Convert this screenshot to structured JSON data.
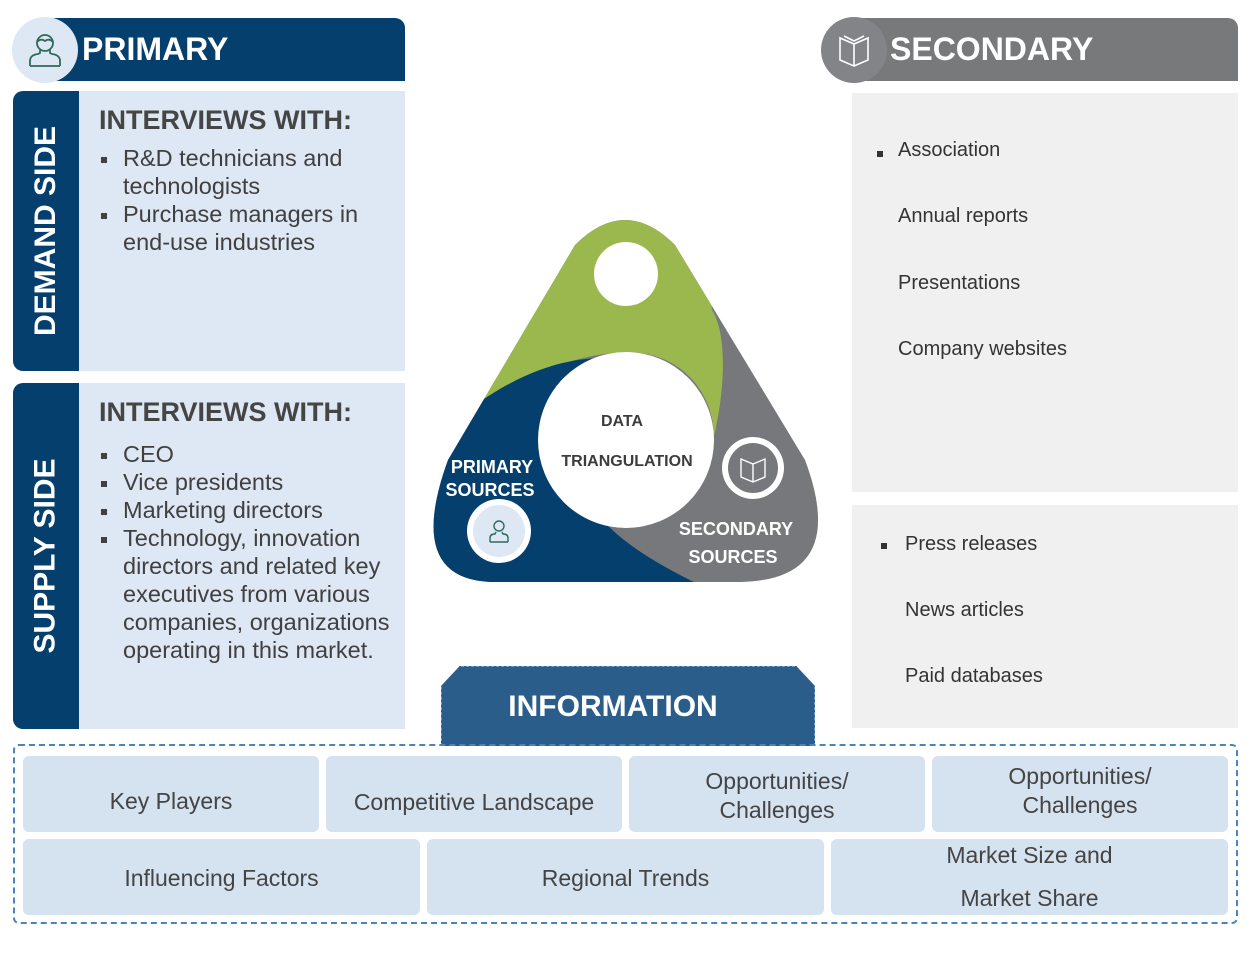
{
  "primary": {
    "title": "PRIMARY",
    "icon": "person-icon",
    "demand": {
      "side_label": "DEMAND SIDE",
      "heading": "INTERVIEWS WITH:",
      "items": [
        "R&D technicians and technologists",
        "Purchase managers in end-use industries"
      ]
    },
    "supply": {
      "side_label": "SUPPLY SIDE",
      "heading": "INTERVIEWS WITH:",
      "items": [
        "CEO",
        "Vice presidents",
        "Marketing directors",
        "Technology, innovation directors and related key executives from various companies, organizations operating in this market."
      ]
    }
  },
  "secondary": {
    "title": "SECONDARY",
    "icon": "book-icon",
    "box1": [
      "Association",
      "Annual reports",
      "Presentations",
      "Company websites"
    ],
    "box2": [
      "Press releases",
      "News articles",
      "Paid databases"
    ]
  },
  "diagram": {
    "center_line1": "DATA",
    "center_line2": "TRIANGULATION",
    "primary_label1": "PRIMARY",
    "primary_label2": "SOURCES",
    "secondary_label1": "SECONDARY",
    "secondary_label2": "SOURCES",
    "colors": {
      "green": "#9bb84f",
      "navy": "#053f6d",
      "gray": "#77787b"
    }
  },
  "information": {
    "title": "INFORMATION",
    "row1": [
      "Key Players",
      "Competitive Landscape",
      "Opportunities/ Challenges",
      "Opportunities/ Challenges"
    ],
    "row2": [
      "Influencing Factors",
      "Regional Trends",
      "Market Size and Market Share"
    ]
  }
}
